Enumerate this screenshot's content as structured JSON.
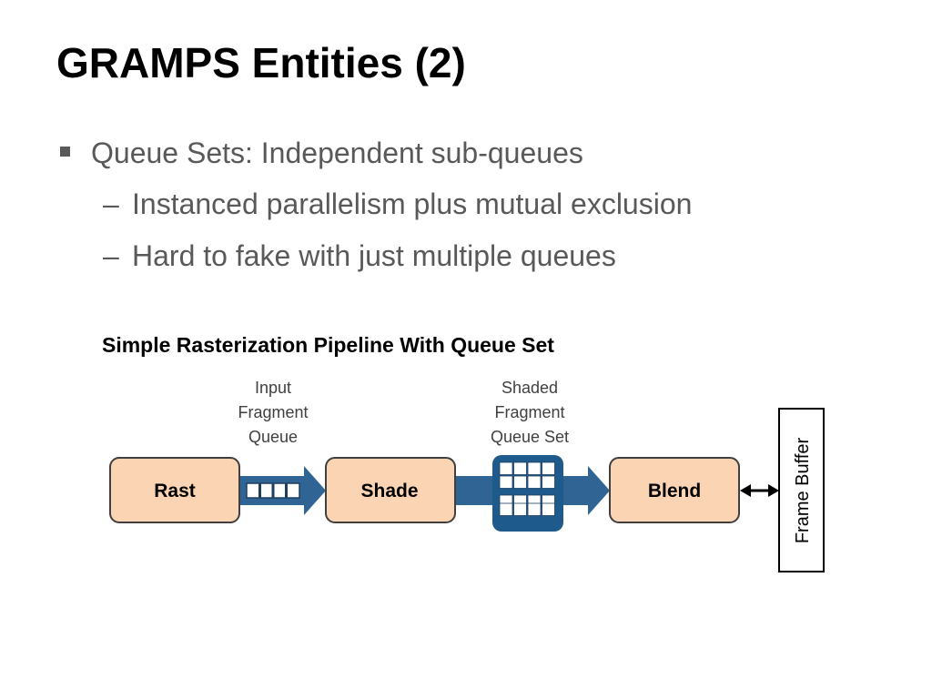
{
  "slide": {
    "title": "GRAMPS Entities (2)",
    "bullet": "Queue Sets: Independent sub-queues",
    "sub_bullets": [
      "Instanced parallelism plus mutual exclusion",
      "Hard to fake with just multiple queues"
    ],
    "sub_dash": "–"
  },
  "diagram": {
    "title": "Simple Rasterization Pipeline With Queue Set",
    "stages": [
      "Rast",
      "Shade",
      "Blend"
    ],
    "input_queue_label": [
      "Input",
      "Fragment",
      "Queue"
    ],
    "queue_set_label": [
      "Shaded",
      "Fragment",
      "Queue Set"
    ],
    "frame_buffer": "Frame Buffer",
    "colors": {
      "stage_fill": "#fbd4b4",
      "stage_stroke": "#404040",
      "arrow": "#2f6494",
      "queue_set_fill": "#1f5a8c",
      "text_gray": "#595959"
    }
  }
}
